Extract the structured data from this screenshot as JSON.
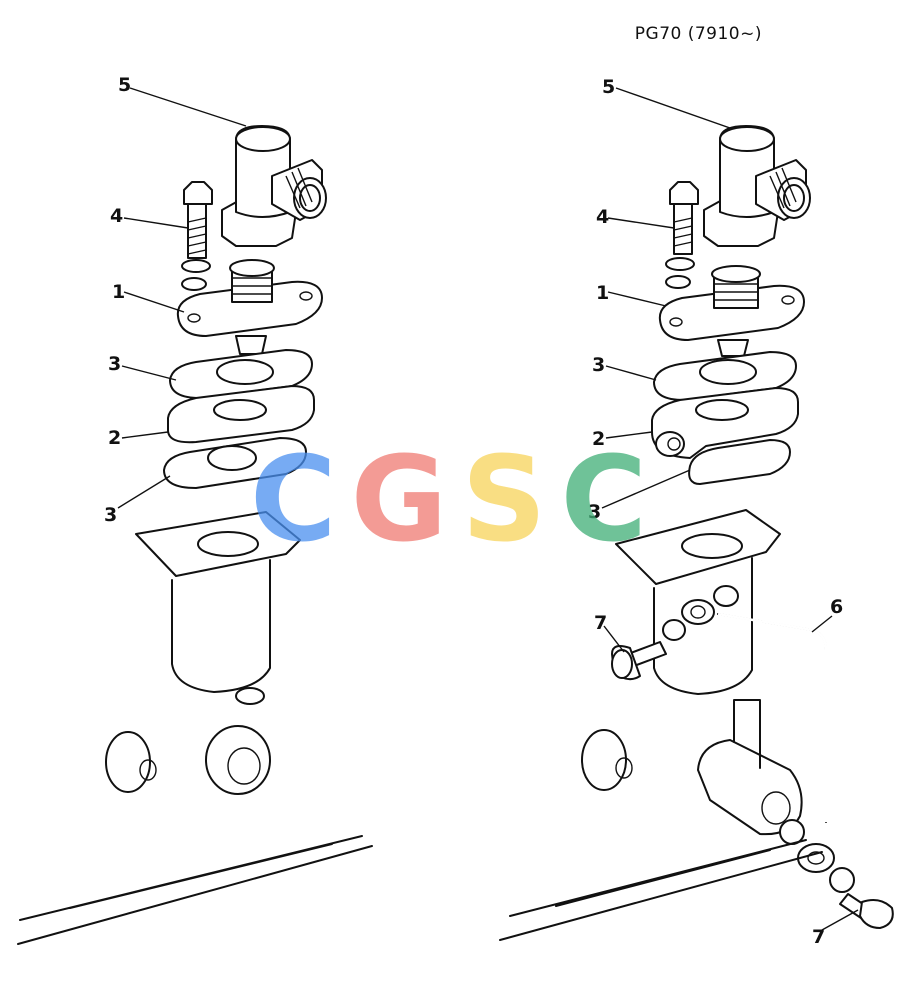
{
  "header": {
    "model_code": "PG70 (7910~)"
  },
  "callouts": {
    "left": [
      "5",
      "4",
      "1",
      "3",
      "2",
      "3"
    ],
    "right": [
      "5",
      "4",
      "1",
      "3",
      "2",
      "3",
      "6",
      "7",
      "7"
    ]
  },
  "watermark": {
    "letters": [
      {
        "char": "C",
        "color": "#4a90f0"
      },
      {
        "char": "G",
        "color": "#f07a72"
      },
      {
        "char": "S",
        "color": "#f7d45a"
      },
      {
        "char": "C",
        "color": "#3fae76"
      }
    ]
  }
}
